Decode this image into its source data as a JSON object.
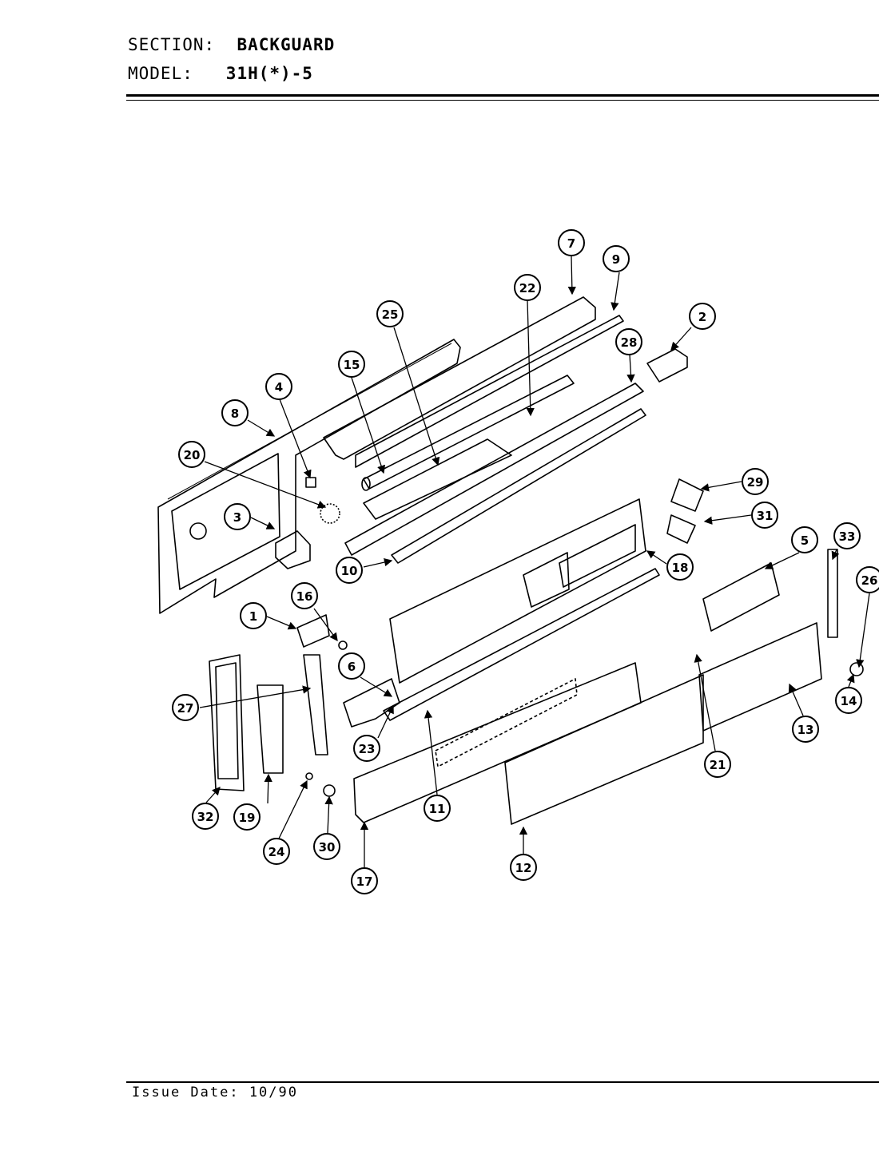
{
  "header": {
    "section_label": "SECTION:",
    "section_value": "BACKGUARD",
    "model_label": "MODEL:",
    "model_value": "31H(*)-5"
  },
  "callouts": {
    "c1": "1",
    "c2": "2",
    "c3": "3",
    "c4": "4",
    "c5": "5",
    "c6": "6",
    "c7": "7",
    "c8": "8",
    "c9": "9",
    "c10": "10",
    "c11": "11",
    "c12": "12",
    "c13": "13",
    "c14": "14",
    "c15": "15",
    "c16": "16",
    "c17": "17",
    "c18": "18",
    "c19": "19",
    "c20": "20",
    "c21": "21",
    "c22": "22",
    "c23": "23",
    "c24": "24",
    "c25": "25",
    "c26": "26",
    "c27": "27",
    "c28": "28",
    "c29": "29",
    "c30": "30",
    "c31": "31",
    "c32": "32",
    "c33": "33"
  },
  "footer": {
    "issue_date": "Issue Date: 10/90"
  }
}
